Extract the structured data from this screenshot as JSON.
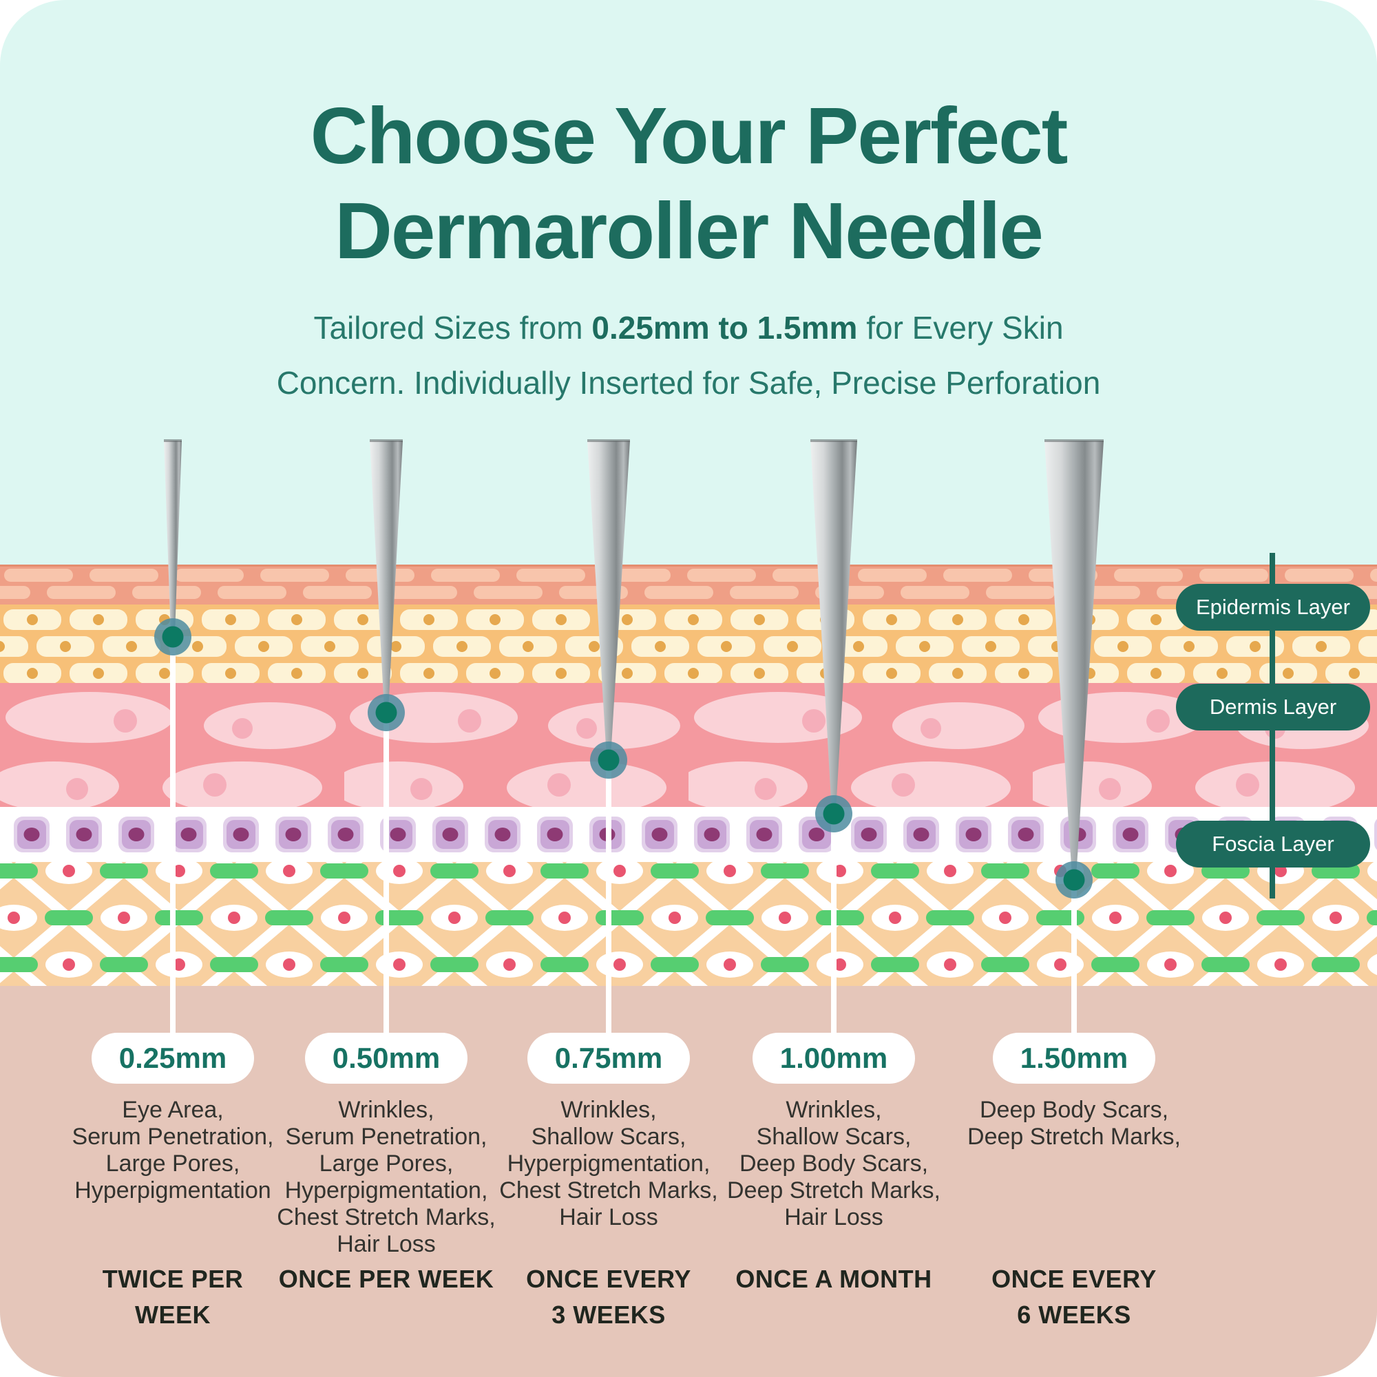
{
  "header": {
    "title_line1": "Choose Your Perfect",
    "title_line2": "Dermaroller Needle",
    "subtitle_prefix": "Tailored Sizes from ",
    "subtitle_bold": "0.25mm to 1.5mm",
    "subtitle_suffix": " for Every Skin",
    "subtitle_line2": "Concern. Individually Inserted for Safe, Precise Perforation"
  },
  "layer_labels": [
    {
      "label": "Epidermis Layer"
    },
    {
      "label": "Dermis Layer"
    },
    {
      "label": "Foscia Layer"
    }
  ],
  "needles": [
    {
      "size": "0.25mm",
      "concerns": [
        "Eye Area,",
        "Serum Penetration,",
        "Large Pores,",
        "Hyperpigmentation"
      ],
      "frequency_line1": "TWICE PER WEEK",
      "frequency_line2": ""
    },
    {
      "size": "0.50mm",
      "concerns": [
        "Wrinkles,",
        "Serum Penetration,",
        "Large Pores,",
        "Hyperpigmentation,",
        "Chest Stretch Marks,",
        "Hair Loss"
      ],
      "frequency_line1": "ONCE PER WEEK",
      "frequency_line2": ""
    },
    {
      "size": "0.75mm",
      "concerns": [
        "Wrinkles,",
        "Shallow Scars,",
        "Hyperpigmentation,",
        "Chest Stretch Marks,",
        "Hair Loss"
      ],
      "frequency_line1": "ONCE EVERY",
      "frequency_line2": "3 WEEKS"
    },
    {
      "size": "1.00mm",
      "concerns": [
        "Wrinkles,",
        "Shallow Scars,",
        "Deep Body Scars,",
        "Deep Stretch Marks,",
        "Hair Loss"
      ],
      "frequency_line1": "ONCE A MONTH",
      "frequency_line2": ""
    },
    {
      "size": "1.50mm",
      "concerns": [
        "Deep Body Scars,",
        "Deep Stretch Marks,"
      ],
      "frequency_line1": "ONCE EVERY",
      "frequency_line2": "6 WEEKS"
    }
  ],
  "colors": {
    "card_background_mint": "#ddf7f2",
    "outside_background": "#ffffff",
    "title_teal": "#1d6c5e",
    "subtitle_teal": "#27786b",
    "layer_pill_background": "#1d6a5c",
    "layer_pill_text": "#ffffff",
    "size_pill_background": "#ffffff",
    "size_pill_text": "#177263",
    "body_text_dark": "#33332f",
    "bottom_band_pink": "#e5c6ba",
    "epidermis_salmon": "#ef9f86",
    "epidermis_yellow": "#f7c078",
    "dermis_pink": "#f4999f",
    "purple_cell": "#c9a7d6",
    "fascia_tan": "#f8d0a0",
    "fascia_green": "#56ce71",
    "needle_dot_outer": "#4d8ca0",
    "needle_dot_inner": "#0c7a63"
  }
}
